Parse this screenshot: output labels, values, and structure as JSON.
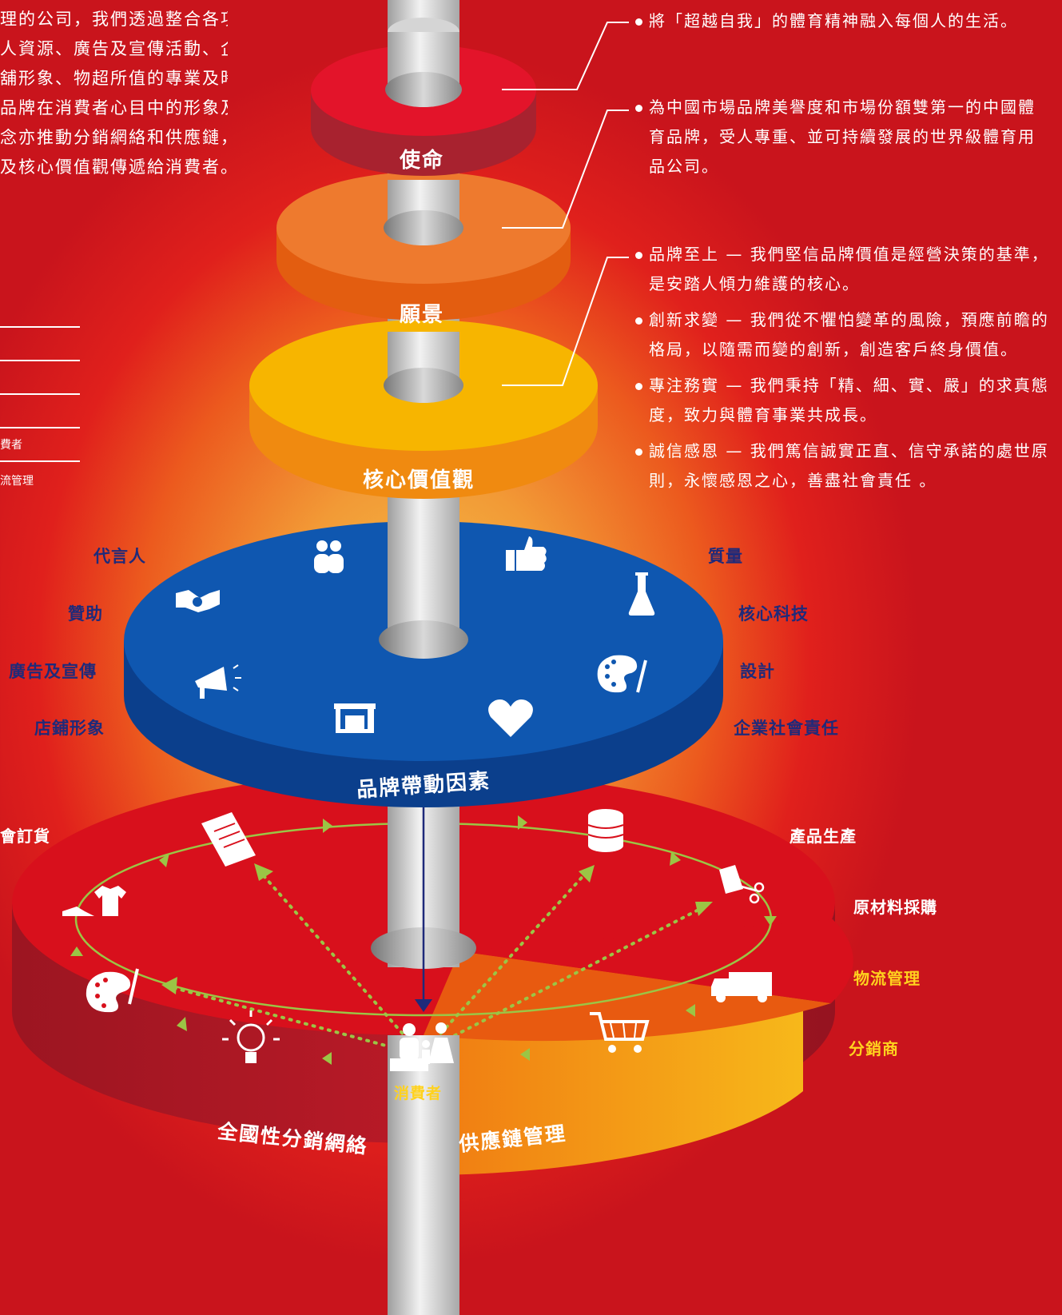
{
  "intro_lines": [
    "理的公司，我們透過整合各項",
    "人資源、廣告及宣傳活動、企",
    "舖形象、物超所值的專業及時",
    "品牌在消費者心目中的形象及",
    "念亦推動分銷網絡和供應鏈，",
    "及核心價值觀傳遞給消費者。"
  ],
  "left_small": [
    "費者",
    "流管理"
  ],
  "tiers": {
    "mission": "使命",
    "vision": "願景",
    "values": "核心價值觀",
    "drivers": "品牌帶動因素",
    "distribution": "全國性分銷網絡",
    "supply": "供應鏈管理",
    "consumer": "消費者"
  },
  "mission_text": [
    "將「超越自我」的體育精神融入每個人的生活。"
  ],
  "vision_text": [
    "為中國市場品牌美譽度和市場份額雙第一的中國體",
    "育品牌，受人專重、並可持續發展的世界級體育用",
    "品公司。"
  ],
  "values_text": [
    [
      "品牌至上 — 我們堅信品牌價值是經營決策的基準，",
      "是安踏人傾力維護的核心。"
    ],
    [
      "創新求變 — 我們從不懼怕變革的風險，預應前瞻的",
      "格局，以隨需而變的創新，創造客戶終身價值。"
    ],
    [
      "專注務實 — 我們秉持「精、細、實、嚴」的求真態",
      "度，致力與體育事業共成長。"
    ],
    [
      "誠信感恩 — 我們篤信誠實正直、信守承諾的處世原",
      "則，永懷感恩之心，善盡社會責任 。"
    ]
  ],
  "drivers_left": [
    "代言人",
    "贊助",
    "廣告及宣傳",
    "店鋪形象"
  ],
  "drivers_right": [
    "質量",
    "核心科技",
    "設計",
    "企業社會責任"
  ],
  "network_left": [
    "會訂貨"
  ],
  "network_right_white": [
    "產品生產",
    "原材料採購"
  ],
  "network_right_yellow": [
    "物流管理",
    "分銷商"
  ],
  "colors": {
    "mission": "#e3142a",
    "vision": "#ee7a2e",
    "values": "#f7b500",
    "drivers": "#0f57b0",
    "base": "#d8101c",
    "supply": "#f28a12",
    "navy": "#1f2a7a"
  }
}
